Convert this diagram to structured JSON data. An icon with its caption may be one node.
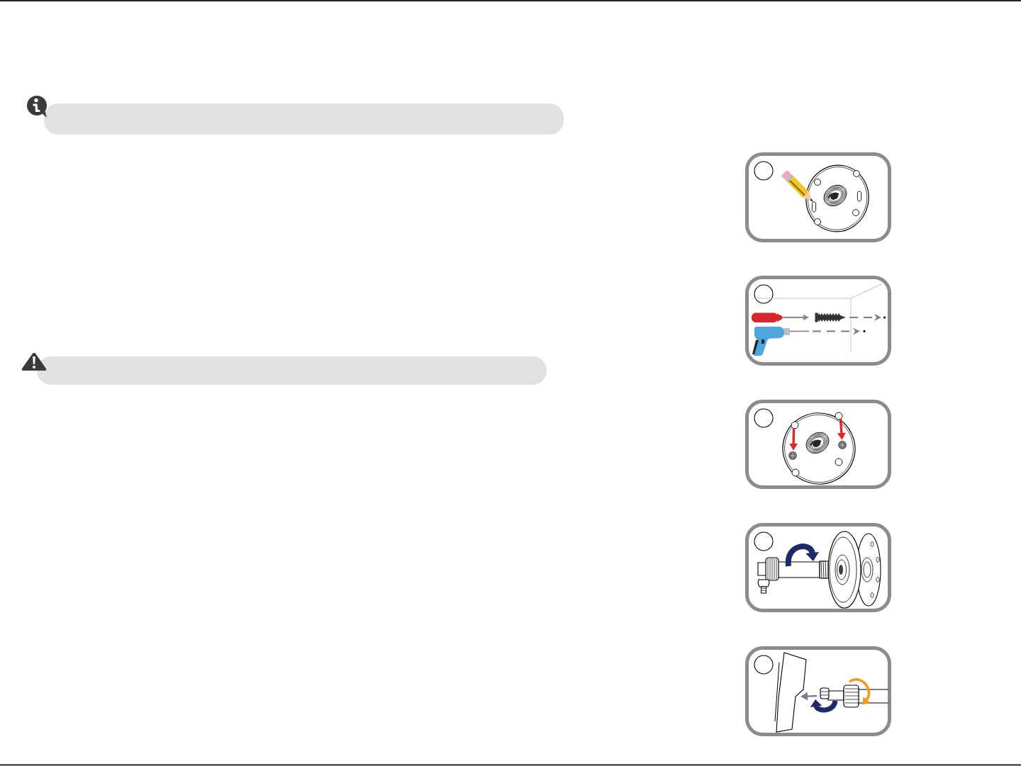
{
  "diagram": {
    "nodes": [
      {
        "text": [],
        "shape": "band"
      },
      {
        "text": [],
        "shape": "band"
      },
      {
        "text": [],
        "shape": "box"
      },
      {
        "text": [],
        "shape": "circle",
        "in": 2
      },
      {
        "text": [],
        "shape": "box"
      },
      {
        "text": [],
        "shape": "circle",
        "in": 4
      },
      {
        "text": [],
        "shape": "box"
      },
      {
        "text": [],
        "shape": "circle",
        "in": 6
      },
      {
        "text": [],
        "shape": "box"
      },
      {
        "text": [],
        "shape": "circle",
        "in": 8
      },
      {
        "text": [],
        "shape": "box"
      },
      {
        "text": [],
        "shape": "circle",
        "in": 10
      }
    ]
  }
}
